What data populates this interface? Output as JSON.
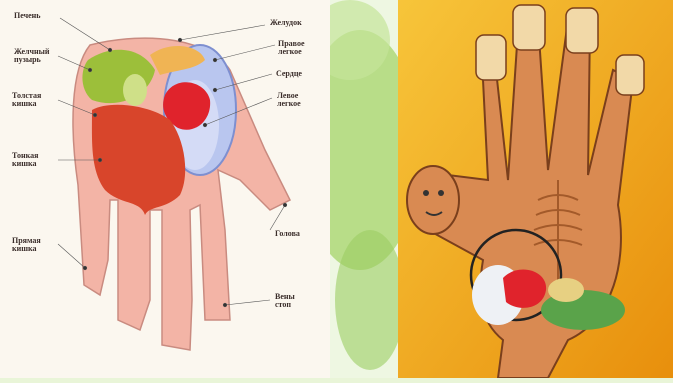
{
  "labels_left": [
    {
      "id": "lbl-l-1",
      "text": "Печень"
    },
    {
      "id": "lbl-l-2",
      "text": "Желчный\nпузырь"
    },
    {
      "id": "lbl-l-3",
      "text": "Толстая\nкишка"
    },
    {
      "id": "lbl-l-4",
      "text": "Тонкая\nкишка"
    },
    {
      "id": "lbl-l-5",
      "text": "Прямая\nкишка"
    }
  ],
  "labels_right": [
    {
      "id": "lbl-r-1",
      "text": "Желудок"
    },
    {
      "id": "lbl-r-2",
      "text": "Правое\nлегкое"
    },
    {
      "id": "lbl-r-3",
      "text": "Сердце"
    },
    {
      "id": "lbl-r-4",
      "text": "Левое\nлегкое"
    },
    {
      "id": "lbl-r-5",
      "text": "Голова"
    },
    {
      "id": "lbl-r-6",
      "text": "Вены\nстоп"
    }
  ],
  "colors": {
    "background": "#e9f5d8",
    "leaf": "#a6d46a",
    "panel_left": "#fbf7ef",
    "panel_right": "#f3b11b",
    "skin": "#f3b4a6",
    "liver": "#9cbf3a",
    "intestine": "#d8452b",
    "stomach": "#b9c6ef",
    "heart": "#e0232c"
  }
}
